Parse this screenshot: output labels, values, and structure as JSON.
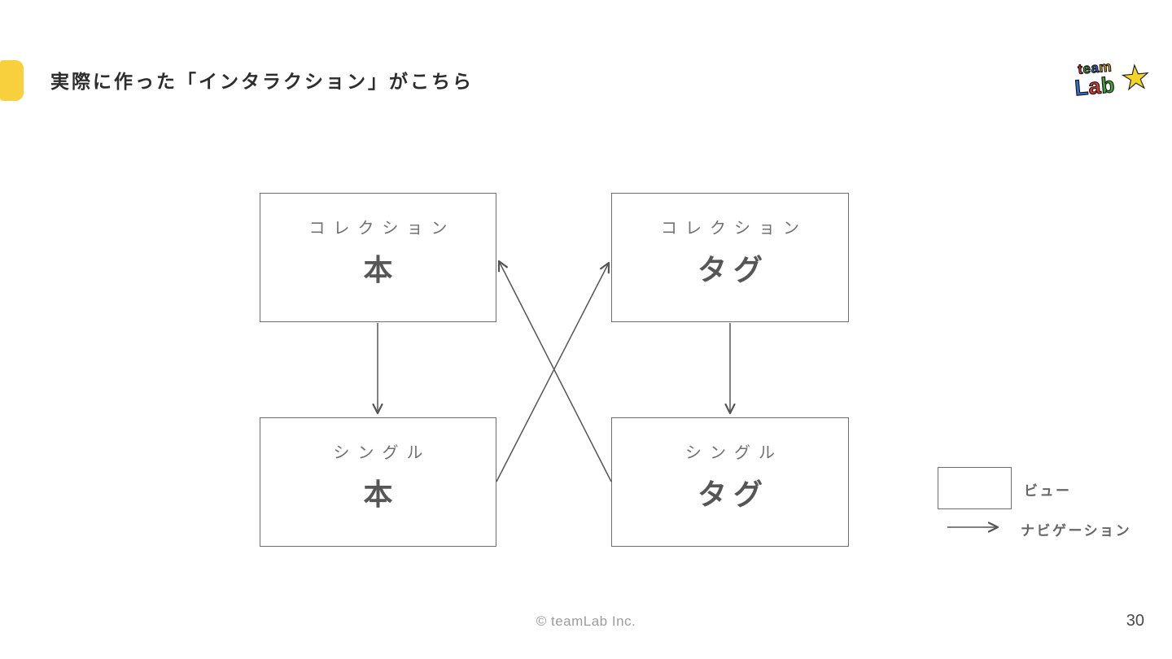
{
  "header": {
    "title": "実際に作った「インタラクション」がこちら"
  },
  "logo": {
    "team_letters": [
      "t",
      "e",
      "a",
      "m"
    ],
    "lab_letters": [
      "L",
      "a",
      "b"
    ],
    "star": "★",
    "colors": {
      "team": [
        "#E0392B",
        "#3EA334",
        "#2E6FCE",
        "#F0A819"
      ],
      "lab": [
        "#2E6FCE",
        "#E0392B",
        "#3EA334"
      ],
      "star": "#F5D327"
    }
  },
  "diagram": {
    "boxes": [
      {
        "id": "collection-book",
        "kind": "コレクション",
        "name": "本"
      },
      {
        "id": "collection-tag",
        "kind": "コレクション",
        "name": "タグ"
      },
      {
        "id": "single-book",
        "kind": "シングル",
        "name": "本"
      },
      {
        "id": "single-tag",
        "kind": "シングル",
        "name": "タグ"
      }
    ],
    "edges": [
      {
        "from": "collection-book",
        "to": "single-book",
        "type": "navigation"
      },
      {
        "from": "collection-tag",
        "to": "single-tag",
        "type": "navigation"
      },
      {
        "from": "single-book",
        "to": "collection-tag",
        "type": "navigation"
      },
      {
        "from": "single-tag",
        "to": "collection-book",
        "type": "navigation"
      }
    ]
  },
  "legend": {
    "view_label": "ビュー",
    "navigation_label": "ナビゲーション"
  },
  "footer": {
    "copyright": "© teamLab Inc.",
    "page_number": "30"
  },
  "colors": {
    "accent_yellow": "#F8CF3D",
    "box_border": "#6E6E6E",
    "kind_label_gray": "#717171",
    "name_gray": "#565656",
    "arrow_gray": "#555555",
    "title_color": "#2D2D2D",
    "legend_label_gray": "#666666",
    "copyright_gray": "#9C9C9C",
    "page_number_gray": "#4A4A4A"
  }
}
